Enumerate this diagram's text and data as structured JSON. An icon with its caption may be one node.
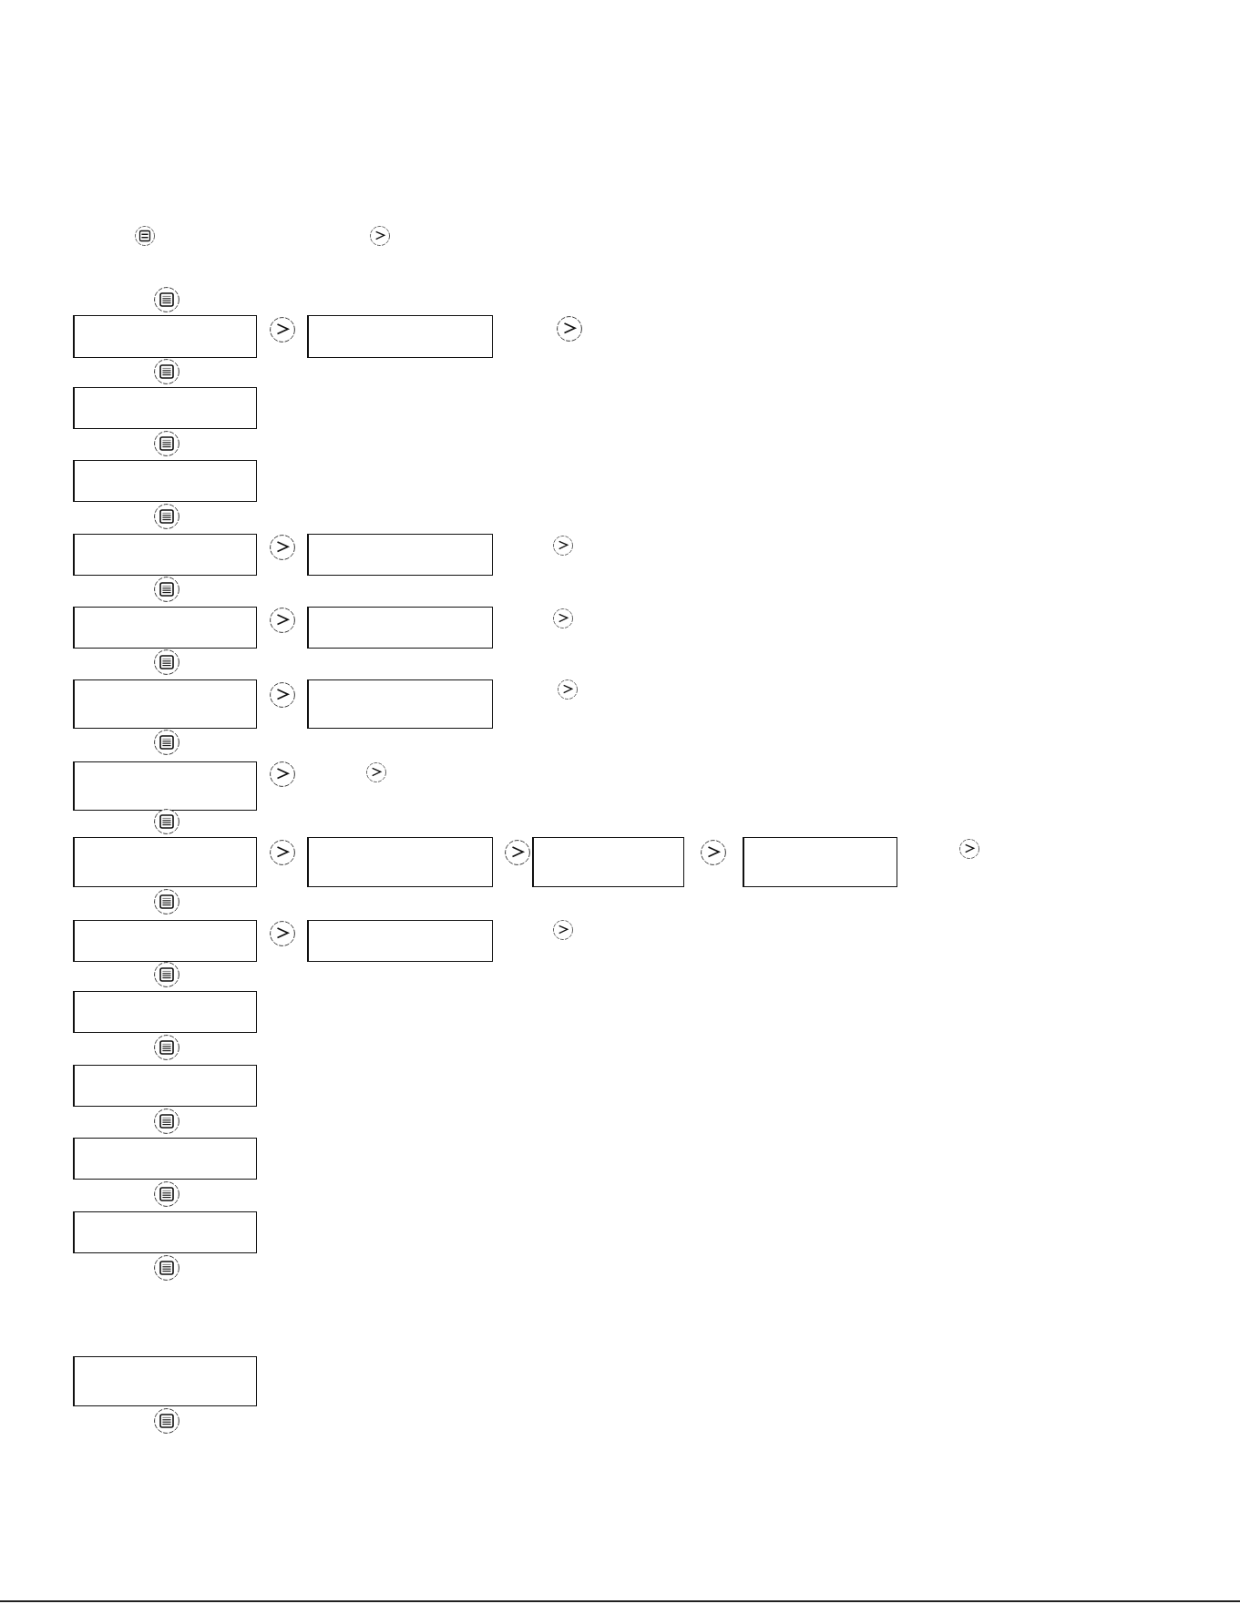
{
  "diagram": {
    "nodes": [
      {
        "text": [],
        "shape": "box"
      },
      {
        "text": [],
        "shape": "box"
      },
      {
        "text": [],
        "shape": "box"
      },
      {
        "text": [],
        "shape": "box"
      },
      {
        "text": [],
        "shape": "box"
      },
      {
        "text": [],
        "shape": "box"
      },
      {
        "text": [],
        "shape": "box"
      },
      {
        "text": [],
        "shape": "box"
      },
      {
        "text": [],
        "shape": "box"
      },
      {
        "text": [],
        "shape": "box"
      },
      {
        "text": [],
        "shape": "box"
      },
      {
        "text": [],
        "shape": "box"
      },
      {
        "text": [],
        "shape": "box"
      },
      {
        "text": [],
        "shape": "box"
      },
      {
        "text": [],
        "shape": "box"
      },
      {
        "text": [],
        "shape": "box"
      },
      {
        "text": [],
        "shape": "box"
      },
      {
        "text": [],
        "shape": "box"
      },
      {
        "text": [],
        "shape": "box"
      },
      {
        "text": [],
        "shape": "box"
      },
      {
        "text": [],
        "shape": "box"
      },
      {
        "text": [],
        "shape": "box"
      }
    ]
  }
}
